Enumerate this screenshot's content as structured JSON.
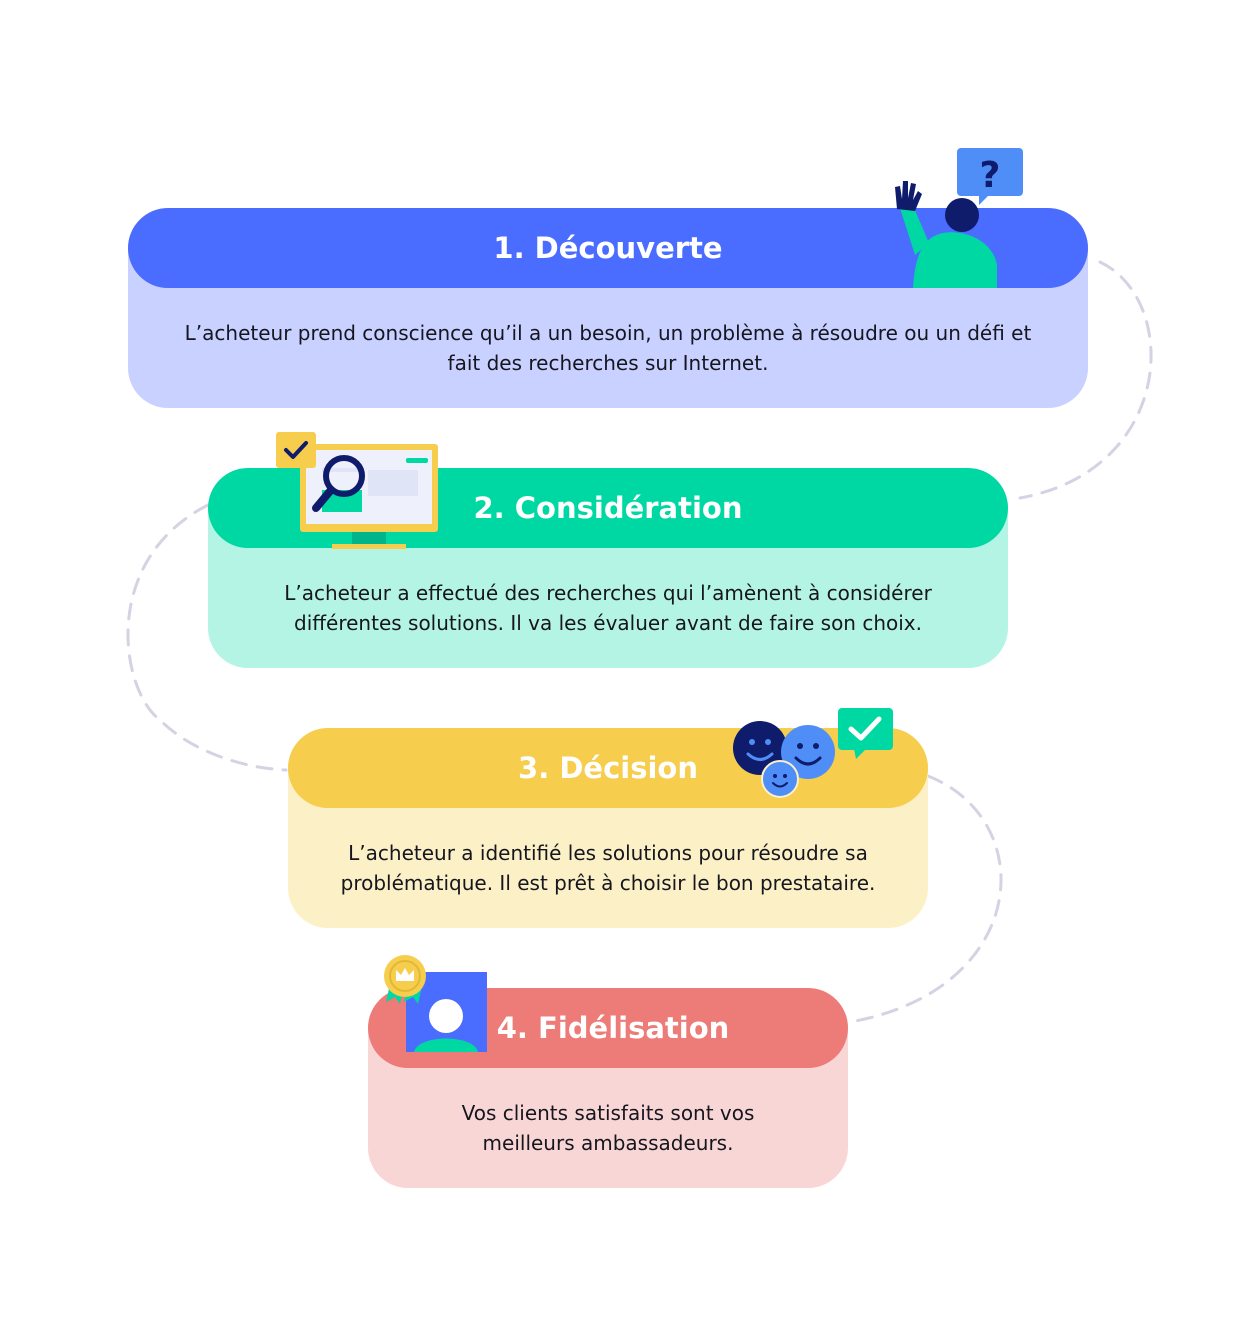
{
  "steps": [
    {
      "title": "1. Découverte",
      "lines": [
        "L’acheteur prend conscience qu’il a un besoin, un problème à résoudre ou un défi et",
        "fait des recherches sur Internet."
      ],
      "header_color": "#4a6cff",
      "body_color": "#c8d1ff",
      "illustration": "person-waving-question-icon"
    },
    {
      "title": "2. Considération",
      "lines": [
        "L’acheteur a effectué des recherches qui l’amènent à considérer",
        "différentes solutions. Il va les évaluer avant de faire son choix."
      ],
      "header_color": "#00d8a4",
      "body_color": "#b4f4e4",
      "illustration": "monitor-search-icon"
    },
    {
      "title": "3. Décision",
      "lines": [
        "L’acheteur a identifié les solutions pour résoudre sa",
        "problématique. Il est prêt à choisir le bon prestataire."
      ],
      "header_color": "#f6cd4c",
      "body_color": "#fcf0c6",
      "illustration": "smiley-faces-check-icon"
    },
    {
      "title": "4. Fidélisation",
      "lines": [
        "Vos clients satisfaits sont vos",
        "meilleurs ambassadeurs."
      ],
      "header_color": "#ed7b77",
      "body_color": "#f9d6d6",
      "illustration": "user-badge-crown-icon"
    }
  ],
  "connector_color": "#d3d3e3"
}
